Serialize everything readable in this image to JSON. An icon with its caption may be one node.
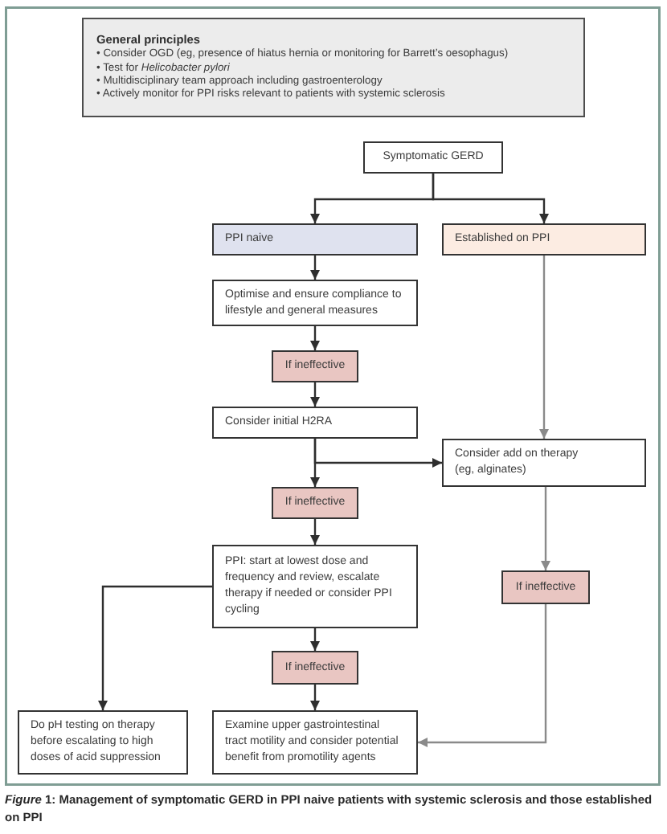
{
  "diagram": {
    "caption": "*Figure* 1: Management of symptomatic GERD in PPI naive patients with systemic sclerosis and those established on PPI",
    "nodes": [
      {
        "text": [
          "General principles",
          "• Consider OGD (eg, presence of hiatus hernia or monitoring for Barrett’s oesophagus)",
          "• Test for *Helicobacter pylori*",
          "• Multidisciplinary team approach including gastroenterology",
          "• Actively monitor for PPI risks relevant to patients with systemic sclerosis"
        ]
      },
      {
        "text": [
          "Symptomatic GERD"
        ]
      },
      {
        "text": [
          "PPI naive"
        ]
      },
      {
        "text": [
          "Established on PPI"
        ]
      },
      {
        "text": [
          "Optimise and ensure compliance to lifestyle and general measures"
        ]
      },
      {
        "text": [
          "If ineffective"
        ]
      },
      {
        "text": [
          "Consider initial H2RA"
        ]
      },
      {
        "text": [
          "Consider add on therapy (eg, alginates)"
        ]
      },
      {
        "text": [
          "If ineffective"
        ]
      },
      {
        "text": [
          "PPI: start at lowest dose and frequency and review, escalate therapy if needed or consider PPI cycling"
        ]
      },
      {
        "text": [
          "If ineffective"
        ]
      },
      {
        "text": [
          "If ineffective"
        ]
      },
      {
        "text": [
          "Do pH testing on therapy before escalating to high doses of acid suppression"
        ]
      },
      {
        "text": [
          "Examine upper gastrointestinal tract motility and consider potential benefit from promotility agents"
        ]
      }
    ],
    "edges": [
      {
        "from": 1,
        "to": 2,
        "arrow": "to"
      },
      {
        "from": 1,
        "to": 3,
        "arrow": "to"
      },
      {
        "from": 2,
        "to": 4,
        "arrow": "to"
      },
      {
        "from": 4,
        "to": 5,
        "arrow": "to"
      },
      {
        "from": 5,
        "to": 6,
        "arrow": "to"
      },
      {
        "from": 6,
        "to": 8,
        "arrow": "to"
      },
      {
        "from": 6,
        "to": 7,
        "arrow": "to"
      },
      {
        "from": 3,
        "to": 7,
        "arrow": "to",
        "color": "#8a8a8a"
      },
      {
        "from": 8,
        "to": 9,
        "arrow": "to"
      },
      {
        "from": 7,
        "to": 10,
        "arrow": "to",
        "color": "#8a8a8a"
      },
      {
        "from": 9,
        "to": 11,
        "arrow": "to"
      },
      {
        "from": 11,
        "to": 13,
        "arrow": "to"
      },
      {
        "from": 10,
        "to": 13,
        "arrow": "to",
        "color": "#8a8a8a"
      },
      {
        "from": 9,
        "to": 12,
        "arrow": "to"
      }
    ]
  }
}
